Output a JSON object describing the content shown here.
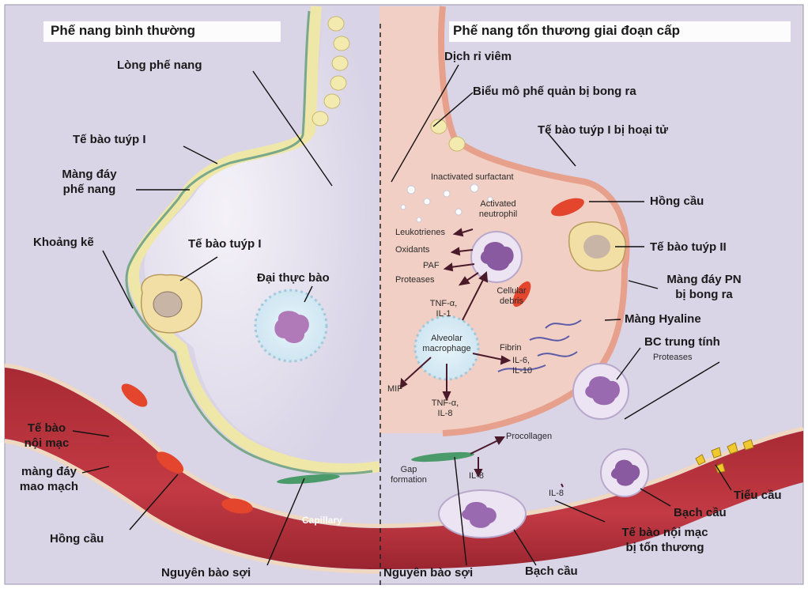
{
  "titles": {
    "left": "Phế nang bình thường",
    "right": "Phế nang tổn thương giai đoạn cấp"
  },
  "left_labels": {
    "long_phe_nang": "Lòng phế nang",
    "te_bao_tuyp_i_top": "Tế bào tuýp I",
    "mang_day_line1": "Màng đáy",
    "mang_day_line2": "phế nang",
    "khoang_ke": "Khoảng kẽ",
    "te_bao_tuyp_i_mid": "Tế bào tuýp I",
    "dai_thuc_bao": "Đại thực bào",
    "te_bao_noi_mac_line1": "Tế bào",
    "te_bao_noi_mac_line2": "nội mạc",
    "mang_day_mao_mach_line1": "màng đáy",
    "mang_day_mao_mach_line2": "mao mạch",
    "hong_cau": "Hồng cầu",
    "nguyen_bao_soi": "Nguyên bào sợi",
    "capillary": "Capillary"
  },
  "right_labels": {
    "dich_ri_viem": "Dịch rỉ viêm",
    "bieu_mo": "Biểu mô phế quản bị bong ra",
    "te_bao_tuyp_i_hoai_tu": "Tế bào tuýp I bị hoại tử",
    "hong_cau": "Hồng cầu",
    "te_bao_tuyp_ii": "Tế bào tuýp II",
    "mang_day_pn_line1": "Màng đáy PN",
    "mang_day_pn_line2": "bị bong ra",
    "mang_hyaline": "Màng Hyaline",
    "bc_trung_tinh": "BC trung tính",
    "tieu_cau": "Tiểu cầu",
    "bach_cau_right": "Bạch cầu",
    "te_bao_noi_mac_line1": "Tế bào nội mạc",
    "te_bao_noi_mac_line2": "bị tổn thương",
    "bach_cau_bottom": "Bạch cầu",
    "nguyen_bao_soi": "Nguyên bào sợi"
  },
  "small_labels": {
    "inactivated_surfactant": "Inactivated surfactant",
    "activated_line1": "Activated",
    "activated_line2": "neutrophil",
    "leukotrienes": "Leukotrienes",
    "oxidants": "Oxidants",
    "paf": "PAF",
    "proteases": "Proteases",
    "tnf_il1_line1": "TNF-α,",
    "tnf_il1_line2": "IL-1",
    "cellular_line1": "Cellular",
    "cellular_line2": "debris",
    "alveolar_line1": "Alveolar",
    "alveolar_line2": "macrophage",
    "fibrin": "Fibrin",
    "il6_line1": "IL-6,",
    "il6_line2": "IL-10",
    "mif": "MIF",
    "tnf_il8_line1": "TNF-α,",
    "tnf_il8_line2": "IL-8",
    "proteases_right": "Proteases",
    "procollagen": "Procollagen",
    "gap_line1": "Gap",
    "gap_line2": "formation",
    "il8_left": "IL-8",
    "il8_right": "IL-8"
  },
  "colors": {
    "alveolus_lumen": "#e6e2ee",
    "edema_fluid": "#f2cfc4",
    "capillary": "#b8303a",
    "red_cell": "#d4402a",
    "epithelium": "#f2ecb8",
    "interstitium": "#c9c3dc",
    "leader_line": "#111111",
    "divider": "#222222"
  }
}
